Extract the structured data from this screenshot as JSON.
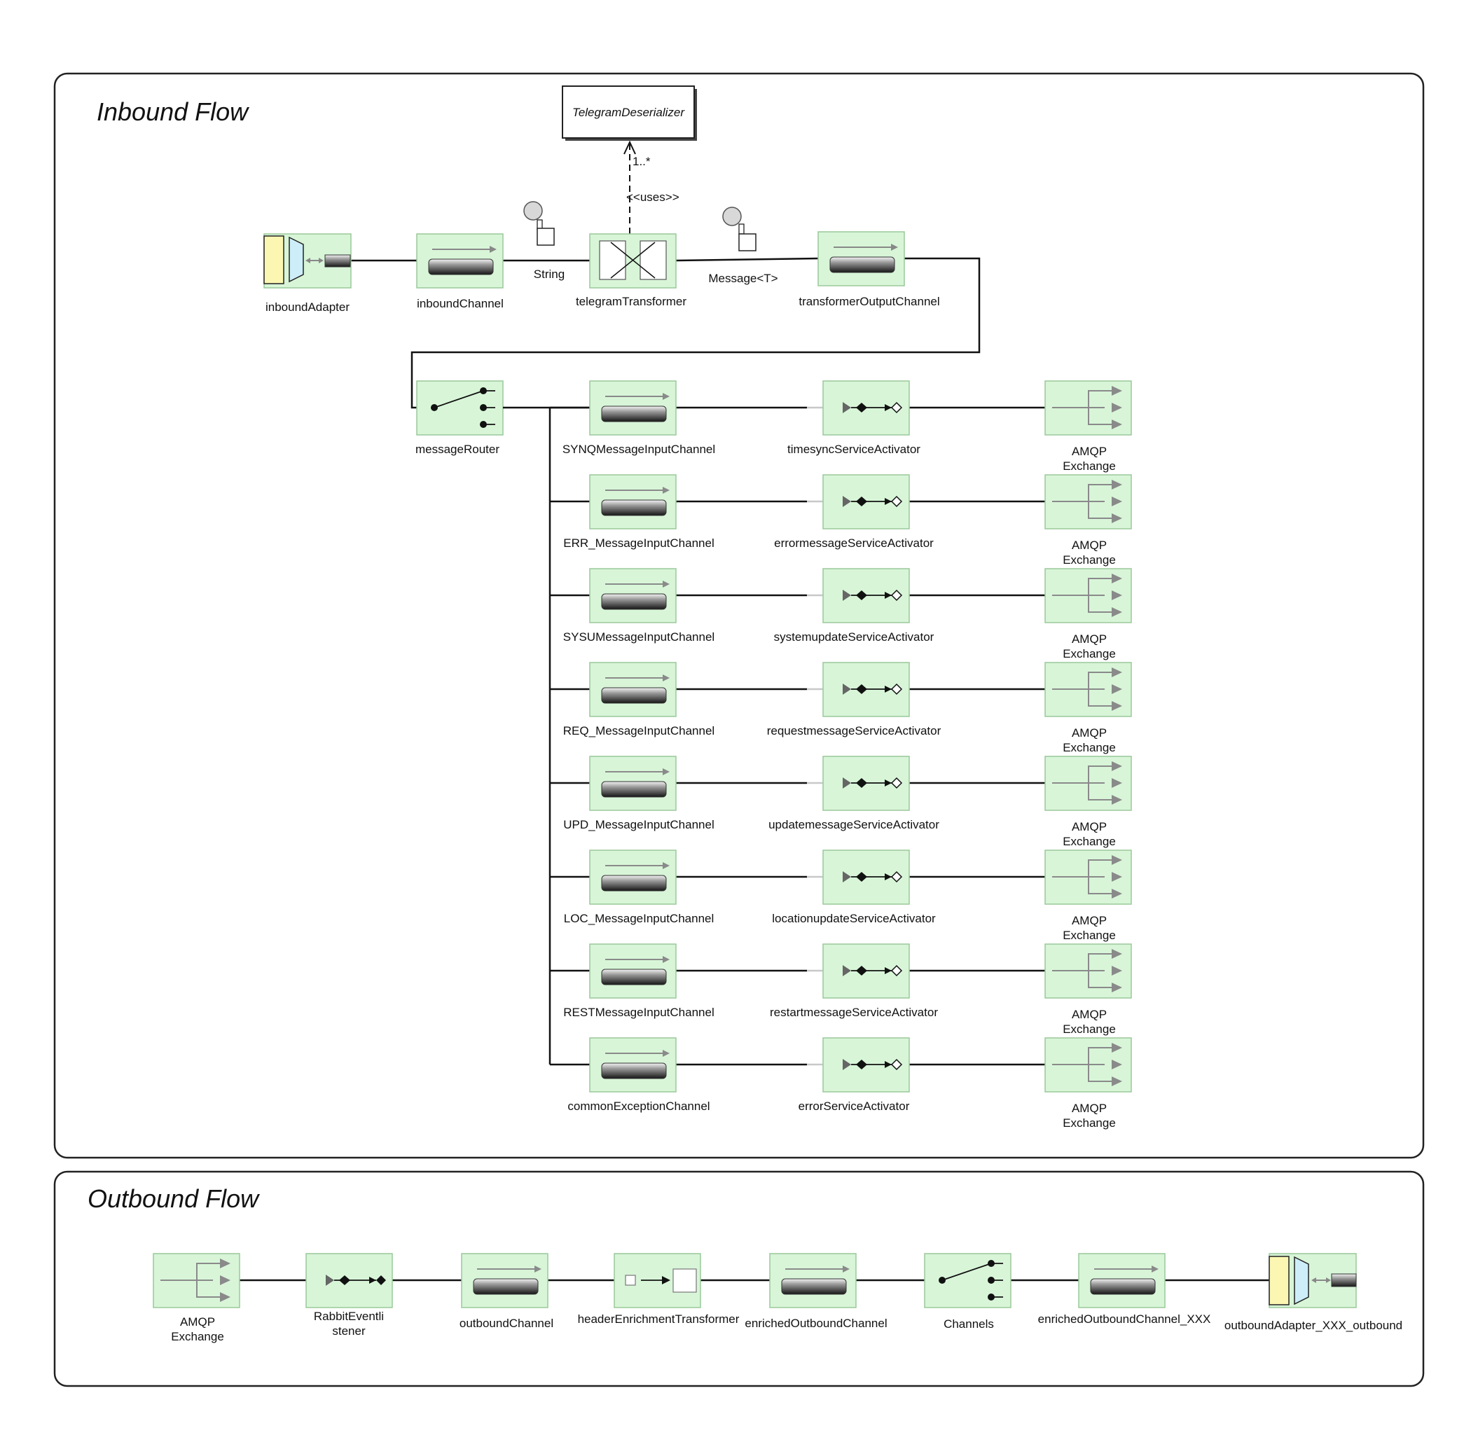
{
  "colors": {
    "component_fill": "#d8f5d8",
    "component_stroke": "#9ac89a",
    "adapter_yellow": "#fbf7b3",
    "adapter_blue": "#cdeef8",
    "line": "#111111",
    "arrow_gray": "#8a8a8a",
    "panel_border": "#222222"
  },
  "inbound": {
    "title": "Inbound Flow",
    "deserializer": {
      "label": "TelegramDeserializer",
      "multiplicity": "1..*",
      "stereotype": "<<uses>>"
    },
    "components": {
      "inbound_adapter": {
        "label": "inboundAdapter",
        "icon": "inbound-adapter-icon"
      },
      "inbound_channel": {
        "label": "inboundChannel",
        "icon": "channel-icon"
      },
      "telegram_transformer": {
        "label": "telegramTransformer",
        "icon": "transformer-icon"
      },
      "transformer_output_channel": {
        "label": "transformerOutputChannel",
        "icon": "channel-icon"
      },
      "message_router": {
        "label": "messageRouter",
        "icon": "router-icon"
      }
    },
    "edge_labels": {
      "string": "String",
      "message_t": "Message<T>"
    },
    "routes": [
      {
        "channel": "SYNQMessageInputChannel",
        "activator": "timesyncServiceActivator",
        "exchange": [
          "AMQP",
          "Exchange"
        ]
      },
      {
        "channel": "ERR_MessageInputChannel",
        "activator": "errormessageServiceActivator",
        "exchange": [
          "AMQP",
          "Exchange"
        ]
      },
      {
        "channel": "SYSUMessageInputChannel",
        "activator": "systemupdateServiceActivator",
        "exchange": [
          "AMQP",
          "Exchange"
        ]
      },
      {
        "channel": "REQ_MessageInputChannel",
        "activator": "requestmessageServiceActivator",
        "exchange": [
          "AMQP",
          "Exchange"
        ]
      },
      {
        "channel": "UPD_MessageInputChannel",
        "activator": "updatemessageServiceActivator",
        "exchange": [
          "AMQP",
          "Exchange"
        ]
      },
      {
        "channel": "LOC_MessageInputChannel",
        "activator": "locationupdateServiceActivator",
        "exchange": [
          "AMQP",
          "Exchange"
        ]
      },
      {
        "channel": "RESTMessageInputChannel",
        "activator": "restartmessageServiceActivator",
        "exchange": [
          "AMQP",
          "Exchange"
        ]
      },
      {
        "channel": "commonExceptionChannel",
        "activator": "errorServiceActivator",
        "exchange": [
          "AMQP",
          "Exchange"
        ]
      }
    ]
  },
  "outbound": {
    "title": "Outbound Flow",
    "components": [
      {
        "type": "exchange",
        "label": [
          "AMQP",
          "Exchange"
        ]
      },
      {
        "type": "activator",
        "label": [
          "RabbitEventli",
          "stener"
        ]
      },
      {
        "type": "channel",
        "label": [
          "outboundChannel"
        ]
      },
      {
        "type": "enricher",
        "label": [
          "headerEnrichmentTransformer"
        ]
      },
      {
        "type": "channel",
        "label": [
          "enrichedOutboundChannel"
        ]
      },
      {
        "type": "router",
        "label": [
          "Channels"
        ]
      },
      {
        "type": "channel",
        "label": [
          "enrichedOutboundChannel_XXX"
        ]
      },
      {
        "type": "outbound-adapter",
        "label": [
          "outboundAdapter_XXX_outbound"
        ]
      }
    ]
  }
}
